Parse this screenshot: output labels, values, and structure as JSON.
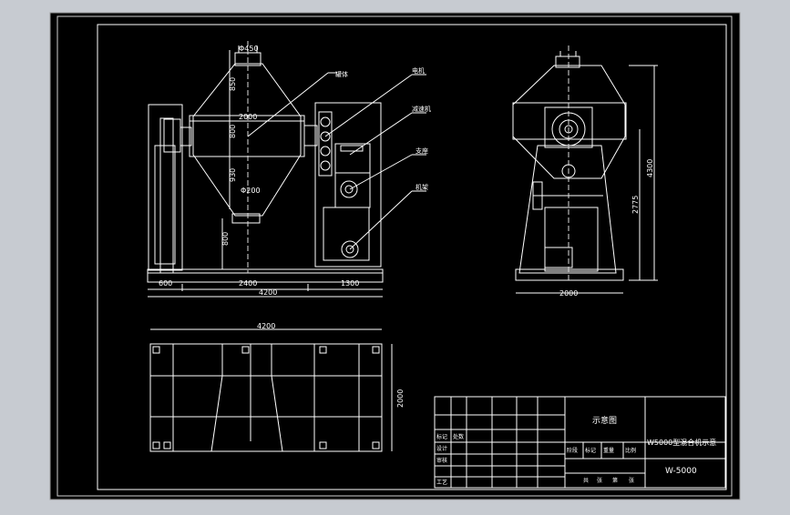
{
  "colors": {
    "viewport_bg": "#c7cbd1",
    "paper": "#000000",
    "line": "#ffffff",
    "frame_gray": "#9a9a9a"
  },
  "side_view": {
    "dims": {
      "inlet": "Φ450",
      "cone_top": "850",
      "drum_dia": "2000",
      "drum_height": "800",
      "cone_bottom": "930",
      "outlet": "Φ200",
      "discharge_height": "800",
      "base_left": "600",
      "base_mid": "2400",
      "base_right": "1300",
      "base_total": "4200"
    },
    "callouts": {
      "c1": "罐体",
      "c2": "电机",
      "c3": "减速机",
      "c4": "支座",
      "c5": "机架"
    }
  },
  "end_view": {
    "dims": {
      "total_height": "4300",
      "axis_height": "2775",
      "base_width": "2000"
    }
  },
  "plan_view": {
    "dims": {
      "length": "4200",
      "width": "2000"
    }
  },
  "title_block": {
    "name": "示意图",
    "model_title": "W5000型混合机示意",
    "code": "W-5000",
    "labels": [
      "标记",
      "处数",
      "设计",
      "审核",
      "工艺",
      "阶段",
      "标记",
      "重量",
      "比例",
      "共",
      "张",
      "第",
      "张"
    ]
  }
}
